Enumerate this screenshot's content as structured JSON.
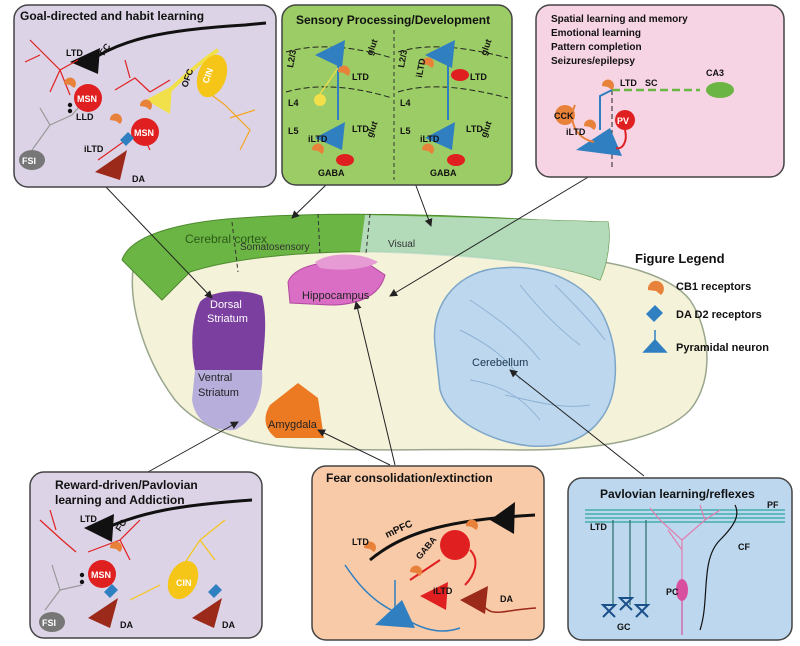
{
  "panels": {
    "goal": {
      "title": "Goal-directed and habit learning",
      "labels": {
        "ltd": "LTD",
        "fc": "FC",
        "ofc": "OFC",
        "msn1": "MSN",
        "msn2": "MSN",
        "lld": "LLD",
        "cin": "CIN",
        "fsi": "FSI",
        "iltd": "iLTD",
        "da": "DA"
      }
    },
    "sensory": {
      "title": "Sensory Processing/Development",
      "labels": {
        "l23a": "L2/3",
        "l23b": "L2/3",
        "l4a": "L4",
        "l4b": "L4",
        "l5a": "L5",
        "l5b": "L5",
        "gluta": "glut",
        "glutb": "glut",
        "glutc": "glut",
        "glutd": "glut",
        "ltda": "LTD",
        "ltdb": "LTD",
        "ltdc": "LTD",
        "ltdd": "LTD",
        "iltda": "iLTD",
        "iltdb": "iLTD",
        "iltdc": "iLTD",
        "gabaa": "GABA",
        "gabab": "GABA"
      }
    },
    "spatial": {
      "lines": [
        "Spatial learning and memory",
        "Emotional learning",
        "Pattern completion",
        "Seizures/epilepsy"
      ],
      "labels": {
        "ltd": "LTD",
        "sc": "SC",
        "ca3": "CA3",
        "cck": "CCK",
        "iltd": "iLTD",
        "pv": "PV"
      }
    },
    "reward": {
      "title1": "Reward-driven/Pavlovian",
      "title2": "learning  and Addiction",
      "labels": {
        "ltd": "LTD",
        "fc": "FC",
        "msn": "MSN",
        "cin": "CIN",
        "fsi": "FSI",
        "da1": "DA",
        "da2": "DA"
      }
    },
    "fear": {
      "title": "Fear consolidation/extinction",
      "labels": {
        "mpfc": "mPFC",
        "ltd": "LTD",
        "gaba": "GABA",
        "iltd": "iLTD",
        "da": "DA"
      }
    },
    "pavlov": {
      "title": "Pavlovian learning/reflexes",
      "labels": {
        "pf": "PF",
        "ltd": "LTD",
        "cf": "CF",
        "pc": "PC",
        "gc": "GC"
      }
    }
  },
  "brain": {
    "cortex": "Cerebral cortex",
    "somato": "Somatosensory",
    "visual": "Visual",
    "hippocampus": "Hippocampus",
    "dorsal1": "Dorsal",
    "dorsal2": "Striatum",
    "ventral1": "Ventral",
    "ventral2": "Striatum",
    "amygdala": "Amygdala",
    "cerebellum": "Cerebellum"
  },
  "legend": {
    "title": "Figure Legend",
    "items": [
      "CB1 receptors",
      "DA D2 receptors",
      "Pyramidal neuron"
    ]
  },
  "colors": {
    "cb1": "#e8813a",
    "d2": "#2f7fc1",
    "pyramidal": "#2f7fc1",
    "msn": "#e02020",
    "cin": "#f5c518",
    "panel_purple": "#dcd3e6",
    "panel_green": "#9ccc65",
    "panel_pink": "#f7d4e4",
    "panel_peach": "#f9caa7",
    "panel_blue": "#bcd7ee"
  }
}
